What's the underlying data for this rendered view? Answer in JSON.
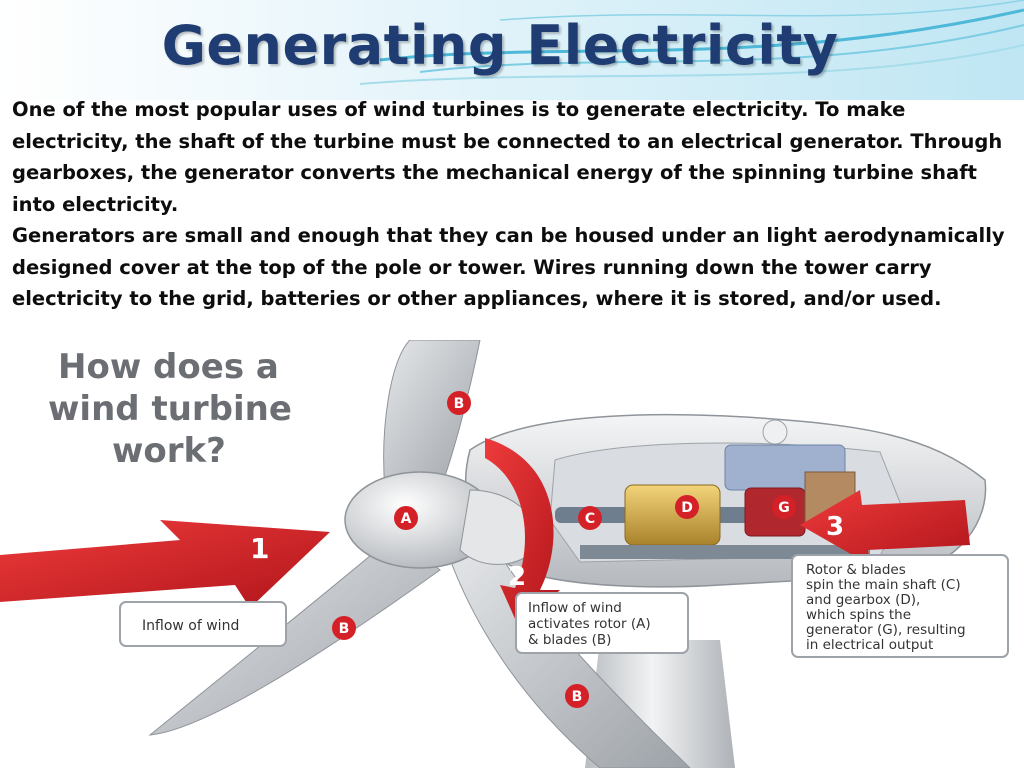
{
  "slide": {
    "title": "Generating Electricity",
    "paragraphs": [
      "One of the most popular uses of wind turbines is to generate electricity. To make electricity, the shaft of the turbine must be connected to an electrical generator. Through gearboxes, the generator converts the mechanical energy of the spinning turbine shaft into electricity.",
      "Generators are small and enough that they can be housed under an light aerodynamically designed cover at the top of the pole or tower. Wires running down the tower carry electricity to the grid, batteries or other appliances, where it is stored, and/or used."
    ]
  },
  "infographic": {
    "heading": [
      "How does a",
      "wind turbine",
      "work?"
    ],
    "labels": {
      "a": "A",
      "b": "B",
      "c": "C",
      "d": "D",
      "g": "G"
    },
    "steps": [
      {
        "number": "1",
        "caption": [
          "Inflow of wind"
        ]
      },
      {
        "number": "2",
        "caption": [
          "Inflow of wind",
          "activates rotor (A)",
          "& blades (B)"
        ]
      },
      {
        "number": "3",
        "caption": [
          "Rotor & blades",
          "spin the main shaft (C)",
          "and gearbox (D),",
          "which spins the",
          "generator (G), resulting",
          "in electrical output"
        ]
      }
    ]
  },
  "colors": {
    "title": "#1f3d73",
    "accent_red": "#d42027",
    "wave": "#4db8d8",
    "turbine_gray": "#c9ccd0",
    "gear_gold": "#d8b14a",
    "generator_red": "#b0282e"
  }
}
